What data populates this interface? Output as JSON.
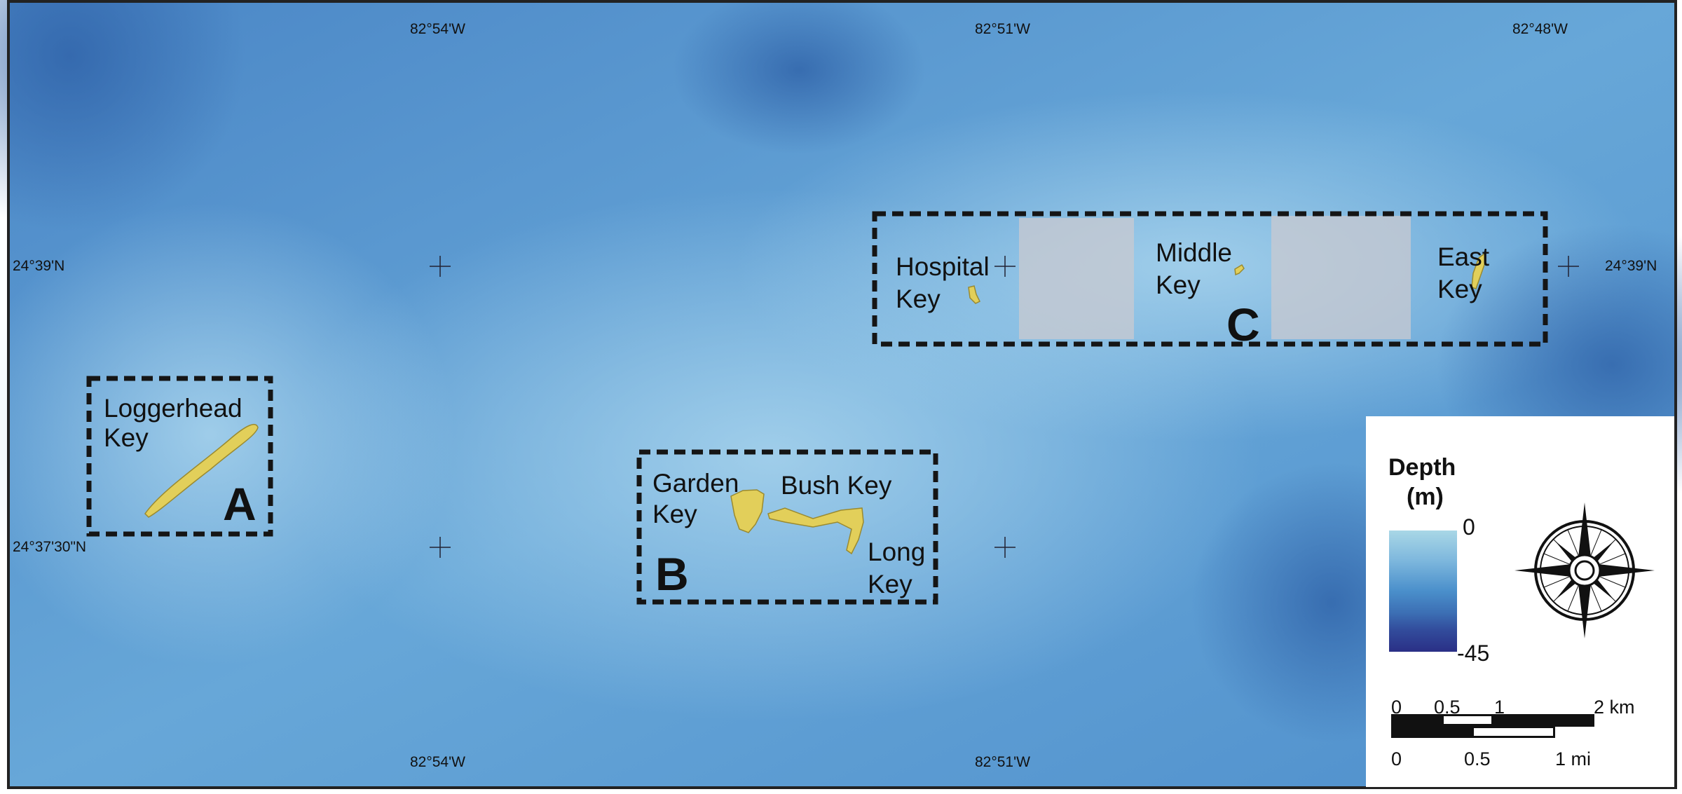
{
  "graticule": {
    "longitudes": [
      "82°54'W",
      "82°51'W",
      "82°48'W"
    ],
    "latitudes": [
      "24°39'N",
      "24°37'30\"N"
    ]
  },
  "sites": [
    {
      "letter": "A",
      "keys": [
        {
          "name": "Loggerhead Key"
        }
      ]
    },
    {
      "letter": "B",
      "keys": [
        {
          "name": "Garden Key"
        },
        {
          "name": "Bush Key"
        },
        {
          "name": "Long Key"
        }
      ]
    },
    {
      "letter": "C",
      "keys": [
        {
          "name": "Hospital Key"
        },
        {
          "name": "Middle Key"
        },
        {
          "name": "East Key"
        }
      ]
    }
  ],
  "labels": {
    "loggerhead": [
      "Loggerhead",
      "Key"
    ],
    "garden": [
      "Garden",
      "Key"
    ],
    "bush": "Bush Key",
    "long": [
      "Long",
      "Key"
    ],
    "hospital": [
      "Hospital",
      "Key"
    ],
    "middle": [
      "Middle",
      "Key"
    ],
    "east": [
      "East",
      "Key"
    ]
  },
  "legend": {
    "title": "Depth",
    "unit": "(m)",
    "max_label": "0",
    "min_label": "-45",
    "scale_km": [
      "0",
      "0.5",
      "1",
      "2 km"
    ],
    "scale_mi": [
      "0",
      "0.5",
      "1 mi"
    ]
  },
  "colors": {
    "water": "#5e9fd4",
    "shallow": "#a9d3ea",
    "deep": "#2a2f86",
    "land": "#e2cf5a"
  }
}
